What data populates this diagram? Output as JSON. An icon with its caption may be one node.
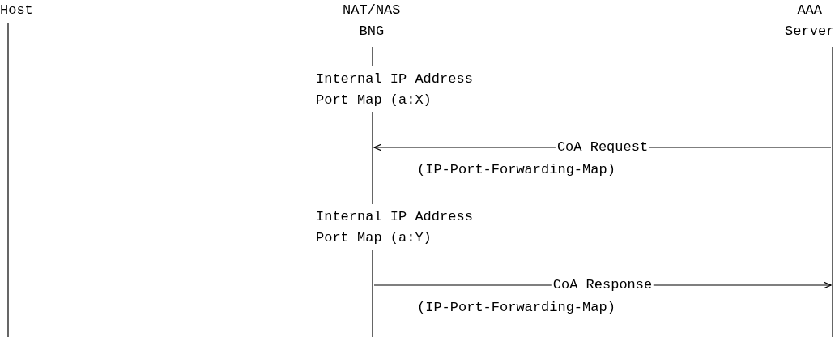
{
  "diagram": {
    "nodes": [
      {
        "text": [
          "Host"
        ]
      },
      {
        "text": [
          "NAT/NAS BNG"
        ]
      },
      {
        "text": [
          "AAA Server"
        ]
      }
    ],
    "edges": [
      {
        "from": 2,
        "to": 1,
        "arrow": "to",
        "label": "CoA Request"
      },
      {
        "from": 1,
        "to": 2,
        "arrow": "to",
        "label": "CoA Response"
      }
    ],
    "labels": [
      "Internal IP Address Port Map (a:X)",
      "(IP-Port-Forwarding-Map)",
      "Internal IP Address Port Map (a:Y)",
      "(IP-Port-Forwarding-Map)"
    ]
  }
}
